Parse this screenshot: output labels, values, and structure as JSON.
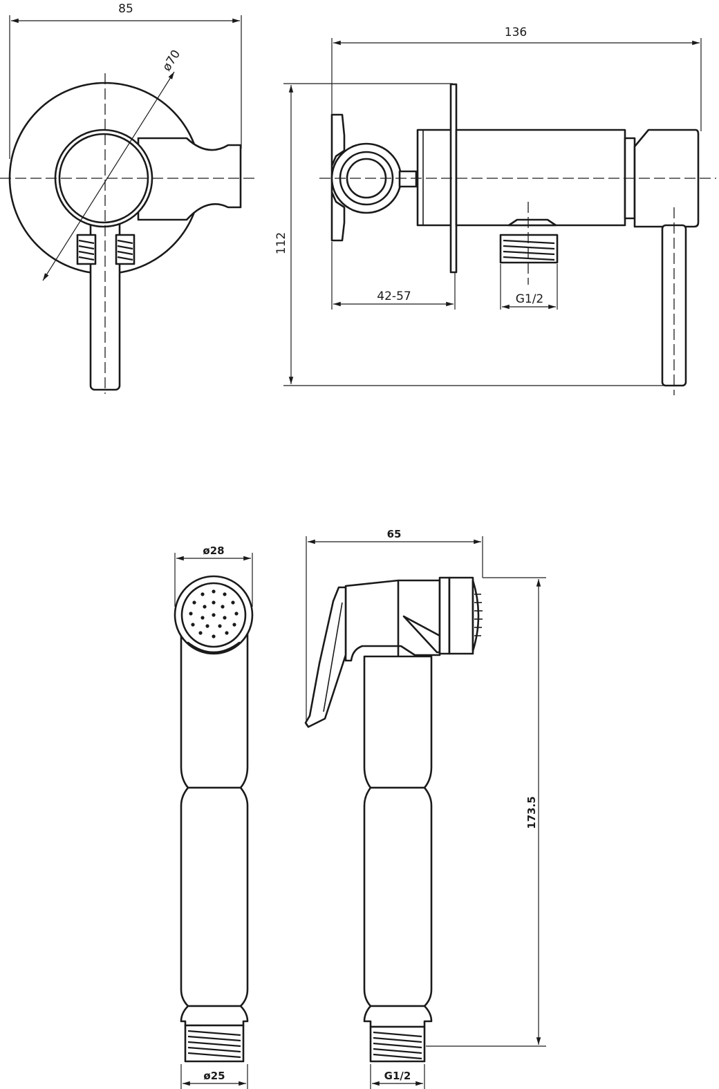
{
  "dimensions": {
    "top_width_85": "85",
    "top_diameter_70": "ø70",
    "top_length_136": "136",
    "top_height_112": "112",
    "wall_range": "42-57",
    "top_thread": "G1/2",
    "bottom_head_diameter": "ø28",
    "bottom_base_diameter": "ø25",
    "bottom_width_65": "65",
    "bottom_height_173_5": "173.5",
    "bottom_thread": "G1/2"
  }
}
